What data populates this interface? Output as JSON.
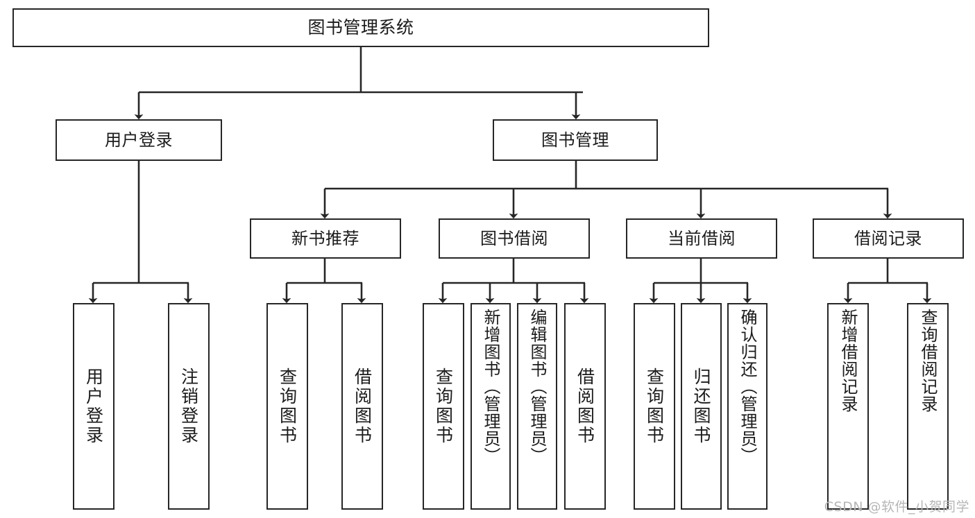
{
  "diagram": {
    "type": "tree-hierarchy-chart",
    "title": "图书管理系统",
    "watermark": "CSDN @软件_小贺同学",
    "colors": {
      "background": "#ffffff",
      "box_border": "#262626",
      "box_fill": "#ffffff",
      "connector": "#262626",
      "text": "#1b1b1b",
      "watermark": "#b6b6b6"
    },
    "nodes": {
      "root": {
        "label": "图书管理系统"
      },
      "level1": [
        {
          "id": "user-login",
          "label": "用户登录"
        },
        {
          "id": "book-management",
          "label": "图书管理"
        }
      ],
      "level2": [
        {
          "id": "new-book-recommend",
          "label": "新书推荐"
        },
        {
          "id": "book-borrow",
          "label": "图书借阅"
        },
        {
          "id": "current-borrow",
          "label": "当前借阅"
        },
        {
          "id": "borrow-record",
          "label": "借阅记录"
        }
      ],
      "leaves": {
        "user_login": [
          {
            "id": "leaf-user-login",
            "label": "用户登录"
          },
          {
            "id": "leaf-logout-login",
            "label": "注销登录"
          }
        ],
        "new_book_recommend": [
          {
            "id": "leaf-query-book-1",
            "label": "查询图书"
          },
          {
            "id": "leaf-borrow-book-1",
            "label": "借阅图书"
          }
        ],
        "book_borrow": [
          {
            "id": "leaf-query-book-2",
            "label": "查询图书"
          },
          {
            "id": "leaf-add-book",
            "label": "新增图书（管理员）"
          },
          {
            "id": "leaf-edit-book",
            "label": "编辑图书（管理员）"
          },
          {
            "id": "leaf-borrow-book-2",
            "label": "借阅图书"
          }
        ],
        "current_borrow": [
          {
            "id": "leaf-query-book-3",
            "label": "查询图书"
          },
          {
            "id": "leaf-return-book",
            "label": "归还图书"
          },
          {
            "id": "leaf-confirm-return",
            "label": "确认归还（管理员）"
          }
        ],
        "borrow_record": [
          {
            "id": "leaf-add-record",
            "label": "新增借阅记录"
          },
          {
            "id": "leaf-query-record",
            "label": "查询借阅记录"
          }
        ]
      }
    }
  }
}
